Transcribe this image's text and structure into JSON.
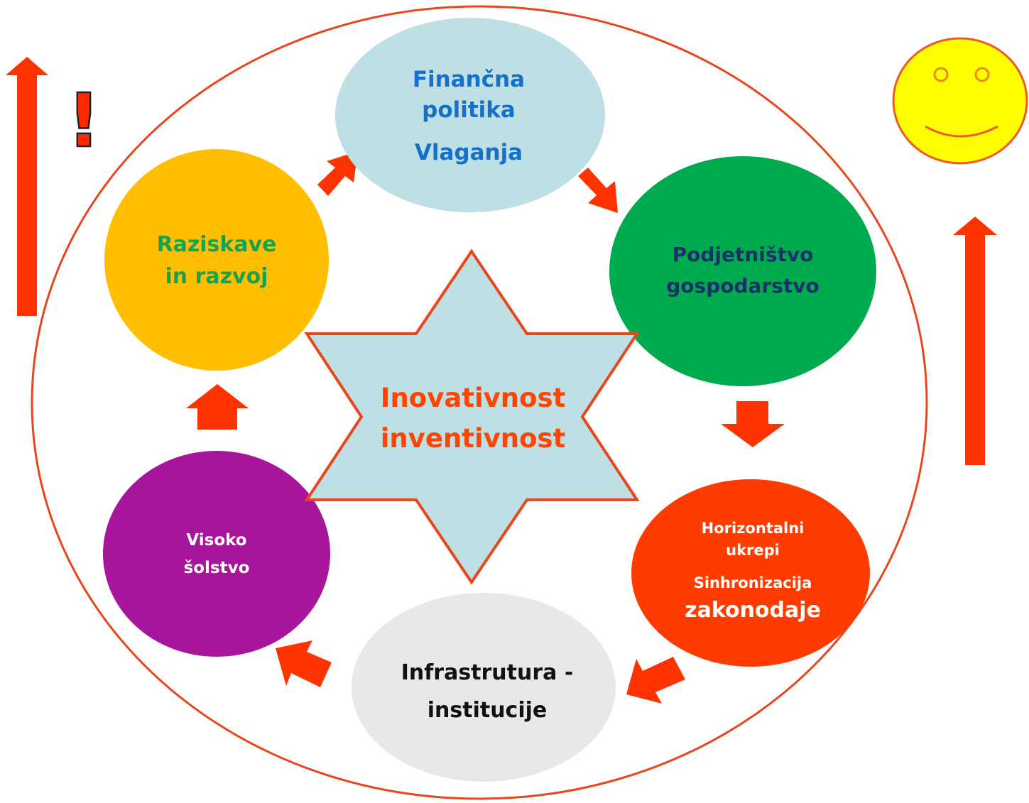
{
  "center": {
    "line1": "Inovativnost",
    "line2": "inventivnost",
    "color": "#FF4500"
  },
  "nodes": {
    "financna": {
      "line1": "Finančna",
      "line2": "politika",
      "line3": "Vlaganja",
      "fill": "#BEE0E4",
      "text_color": "#1470C8"
    },
    "podjetnistvo": {
      "line1": "Podjetništvo",
      "line2": "gospodarstvo",
      "fill": "#00AA4F",
      "text_color": "#1B2F6B"
    },
    "horizontalni": {
      "line1": "Horizontalni",
      "line2": "ukrepi",
      "line3": "Sinhronizacija",
      "line4": "zakonodaje",
      "fill": "#FF3B00",
      "text_color": "#FFFFFF"
    },
    "infrastruktura": {
      "line1": "Infrastrutura -",
      "line2": "institucije",
      "fill": "#E8E8E8",
      "text_color": "#111111"
    },
    "visoko": {
      "line1": "Visoko",
      "line2": "šolstvo",
      "fill": "#A7169A",
      "text_color": "#FFFFFF"
    },
    "raziskave": {
      "line1": "Raziskave",
      "line2": "in razvoj",
      "fill": "#FFBF00",
      "text_color": "#1AA14E"
    }
  },
  "warning": {
    "symbol": "!",
    "fill": "#FF2A00"
  },
  "colors": {
    "arrow": "#FF3300",
    "outline": "#E8471E",
    "star_fill": "#BEE0E4",
    "smiley_fill": "#FFFF00",
    "smiley_stroke": "#F05A28"
  },
  "icons": {
    "smiley": "smiley-face-icon",
    "warning": "exclamation-mark-icon",
    "up_arrow": "up-arrow-icon"
  }
}
